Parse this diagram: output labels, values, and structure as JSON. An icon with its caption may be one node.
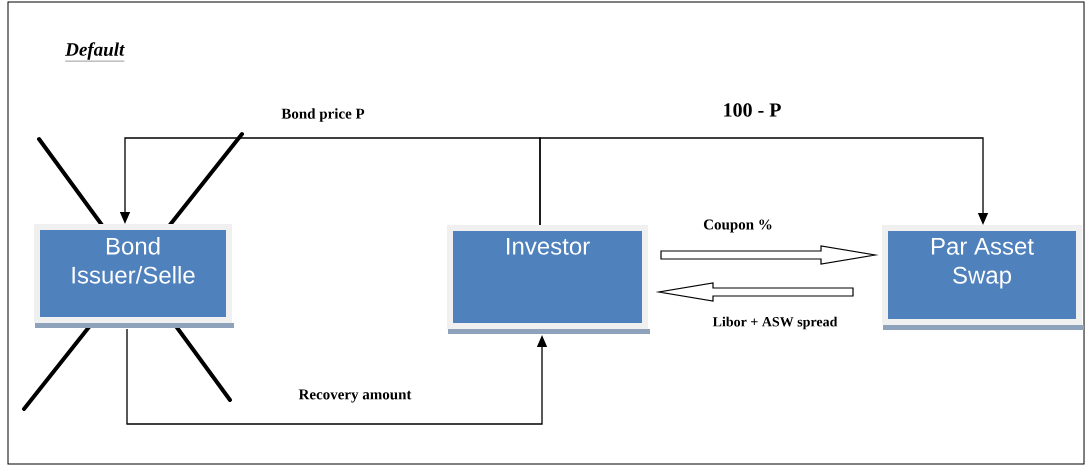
{
  "diagram": {
    "title": "Default",
    "nodes": [
      {
        "text": [
          "Bond Issuer/Selle"
        ]
      },
      {
        "text": [
          "Investor"
        ]
      },
      {
        "text": [
          "Par Asset Swap"
        ]
      }
    ],
    "edges": [
      {
        "from": 1,
        "to": 0,
        "arrow": "to",
        "label": "Bond price P"
      },
      {
        "from": 1,
        "to": 2,
        "arrow": "to",
        "label": "100 - P"
      },
      {
        "from": 0,
        "to": 1,
        "arrow": "to",
        "label": "Recovery amount"
      },
      {
        "from": 1,
        "to": 2,
        "arrow": "to",
        "label": "Coupon %"
      },
      {
        "from": 2,
        "to": 1,
        "arrow": "to",
        "label": "Libor + ASW spread"
      }
    ]
  }
}
